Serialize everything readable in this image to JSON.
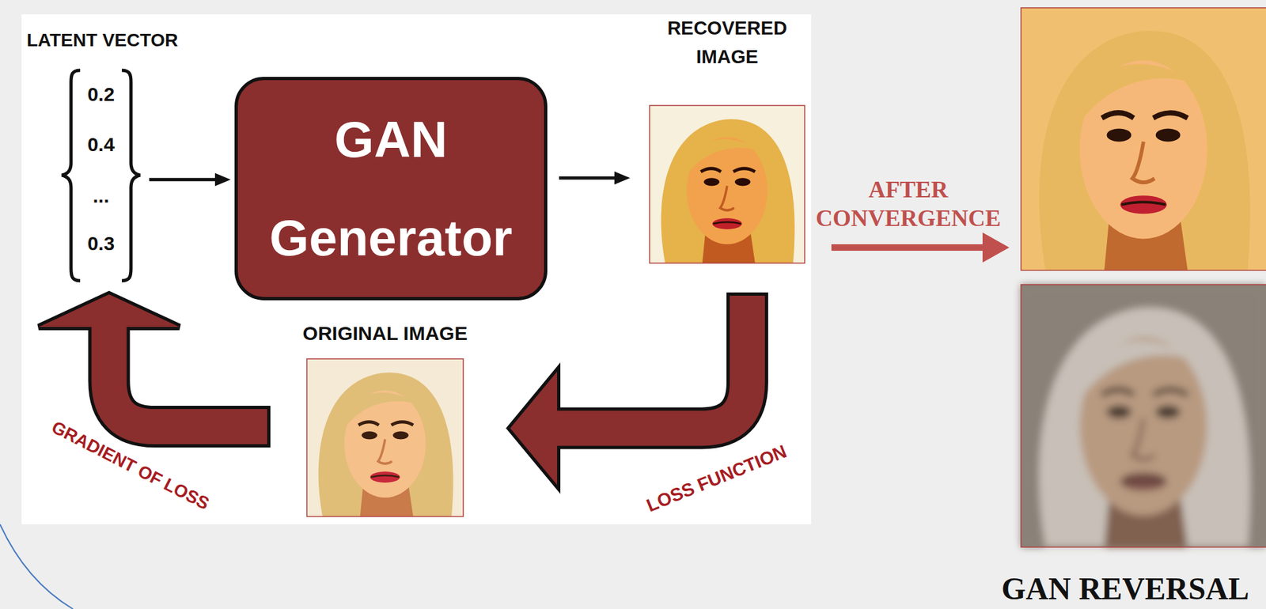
{
  "diagram": {
    "caption": "GAN REVERSAL",
    "nodes": [
      {
        "text": [
          "LATENT VECTOR",
          "0.2",
          "0.4",
          "...",
          "0.3"
        ]
      },
      {
        "text": [
          "GAN Generator"
        ]
      },
      {
        "text": [
          "RECOVERED IMAGE"
        ]
      },
      {
        "text": [
          "ORIGINAL IMAGE"
        ]
      }
    ],
    "edges": [
      {
        "from": 0,
        "to": 1,
        "arrow": "to"
      },
      {
        "from": 1,
        "to": 2,
        "arrow": "to"
      },
      {
        "from": 2,
        "to": 3,
        "label": "LOSS FUNCTION",
        "arrow": "to"
      },
      {
        "from": 3,
        "to": 0,
        "label": "GRADIENT OF LOSS",
        "arrow": "to"
      }
    ],
    "labels": [
      "AFTER CONVERGENCE"
    ]
  }
}
